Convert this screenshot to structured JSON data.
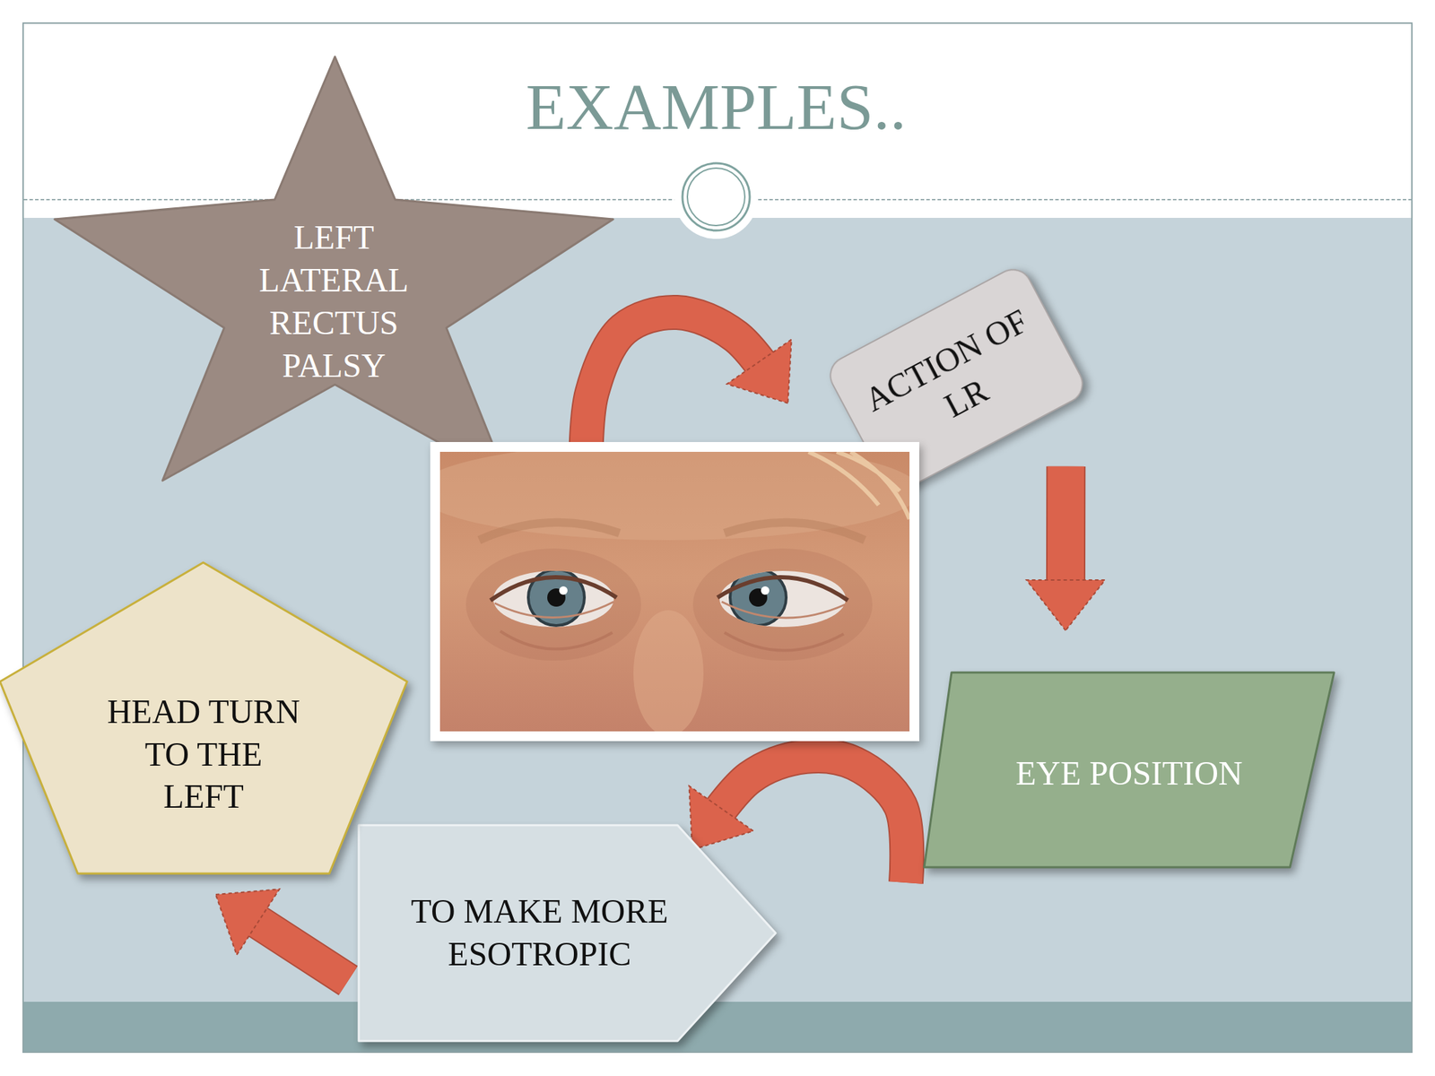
{
  "diagram": {
    "title": "EXAMPLES..",
    "nodes": [
      {
        "text": [
          "LEFT LATERAL RECTUS PALSY"
        ]
      },
      {
        "text": [
          "ACTION OF LR"
        ]
      },
      {
        "text": [
          "EYE POSITION"
        ]
      },
      {
        "text": [
          "TO MAKE MORE ESOTROPIC"
        ]
      },
      {
        "text": [
          "HEAD TURN TO THE LEFT"
        ]
      }
    ],
    "edges": [
      {
        "from": 0,
        "to": 1,
        "arrow": "to"
      },
      {
        "from": 1,
        "to": 2,
        "arrow": "to"
      },
      {
        "from": 2,
        "to": 3,
        "arrow": "to"
      },
      {
        "from": 3,
        "to": 4,
        "arrow": "to"
      }
    ]
  }
}
